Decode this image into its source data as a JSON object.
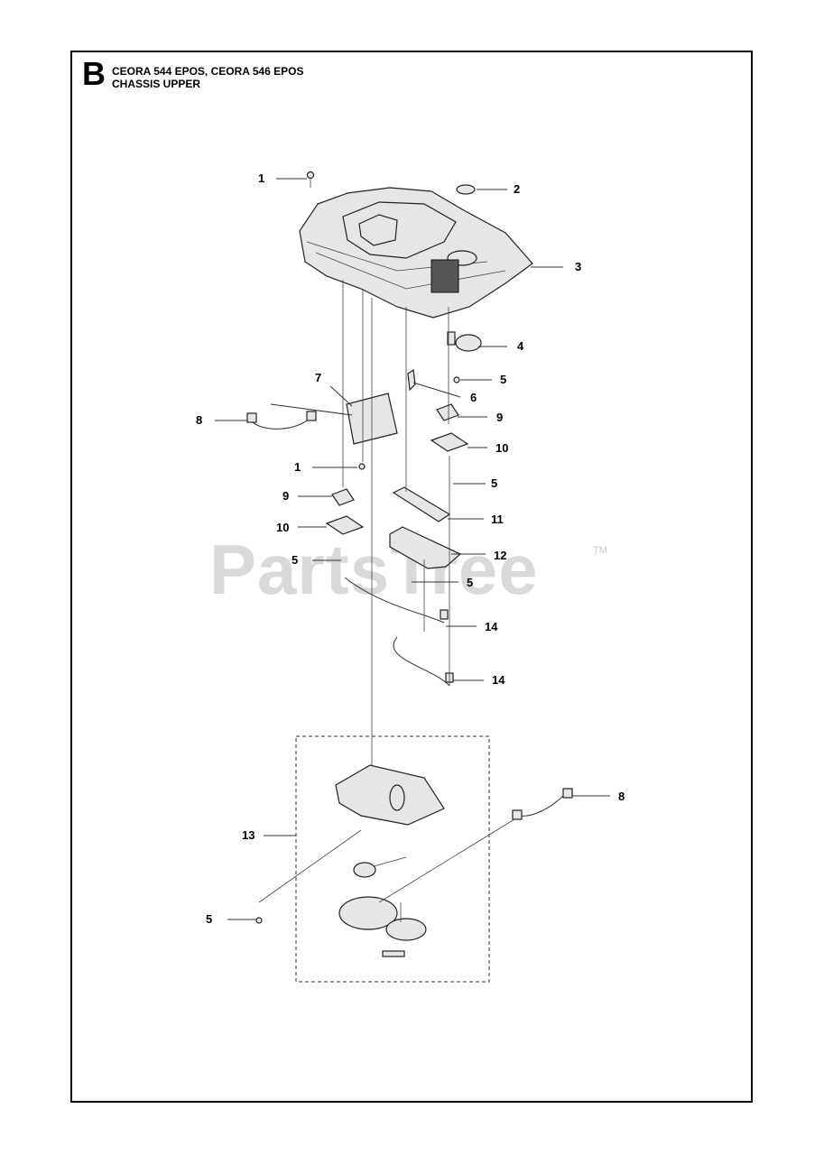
{
  "header": {
    "section_letter": "B",
    "model_line": "CEORA 544 EPOS, CEORA 546 EPOS",
    "assembly_name": "CHASSIS UPPER"
  },
  "watermark": {
    "text": "PartsTree",
    "trademark": "TM"
  },
  "callouts": [
    {
      "id": "c1a",
      "label": "1"
    },
    {
      "id": "c2",
      "label": "2"
    },
    {
      "id": "c3",
      "label": "3"
    },
    {
      "id": "c4",
      "label": "4"
    },
    {
      "id": "c5a",
      "label": "5"
    },
    {
      "id": "c6",
      "label": "6"
    },
    {
      "id": "c7",
      "label": "7"
    },
    {
      "id": "c8a",
      "label": "8"
    },
    {
      "id": "c9a",
      "label": "9"
    },
    {
      "id": "c10a",
      "label": "10"
    },
    {
      "id": "c1b",
      "label": "1"
    },
    {
      "id": "c5b",
      "label": "5"
    },
    {
      "id": "c9b",
      "label": "9"
    },
    {
      "id": "c11",
      "label": "11"
    },
    {
      "id": "c10b",
      "label": "10"
    },
    {
      "id": "c12",
      "label": "12"
    },
    {
      "id": "c5c",
      "label": "5"
    },
    {
      "id": "c5d",
      "label": "5"
    },
    {
      "id": "c14a",
      "label": "14"
    },
    {
      "id": "c14b",
      "label": "14"
    },
    {
      "id": "c8b",
      "label": "8"
    },
    {
      "id": "c13",
      "label": "13"
    },
    {
      "id": "c5e",
      "label": "5"
    }
  ]
}
